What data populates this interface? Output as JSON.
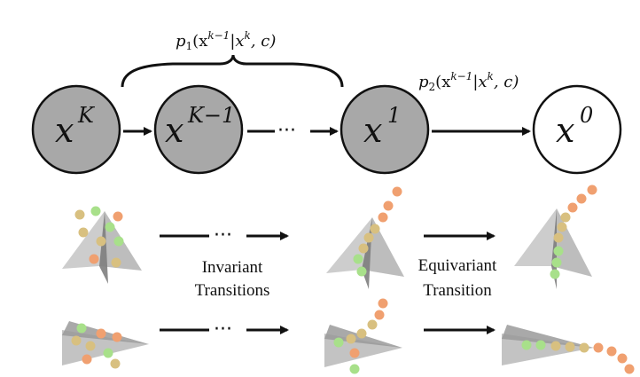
{
  "formulas": {
    "p1": {
      "p": "p",
      "sub": "1",
      "body": "(x",
      "sup1": "k−1",
      "mid": "|x",
      "sup2": "k",
      "tail": ", c)"
    },
    "p2": {
      "p": "p",
      "sub": "2",
      "body": "(x",
      "sup1": "k−1",
      "mid": "|x",
      "sup2": "k",
      "tail": ", c)"
    }
  },
  "nodes": [
    {
      "base": "x",
      "sup": "K",
      "fill": "#a8a8a8"
    },
    {
      "base": "x",
      "sup": "K−1",
      "fill": "#a8a8a8"
    },
    {
      "base": "x",
      "sup": "1",
      "fill": "#a8a8a8"
    },
    {
      "base": "x",
      "sup": "0",
      "fill": "#ffffff"
    }
  ],
  "ellipsis": "···",
  "labels": {
    "invariant": [
      "Invariant",
      "Transitions"
    ],
    "equivariant": [
      "Equivariant",
      "Transition"
    ]
  },
  "colors": {
    "node_gray": "#a8a8a8",
    "plane_gray": "#b6b6b6",
    "plane_dark": "#8a8a8a",
    "point_green": "#a8e08a",
    "point_orange": "#f0a070",
    "point_tan": "#d8c080"
  }
}
